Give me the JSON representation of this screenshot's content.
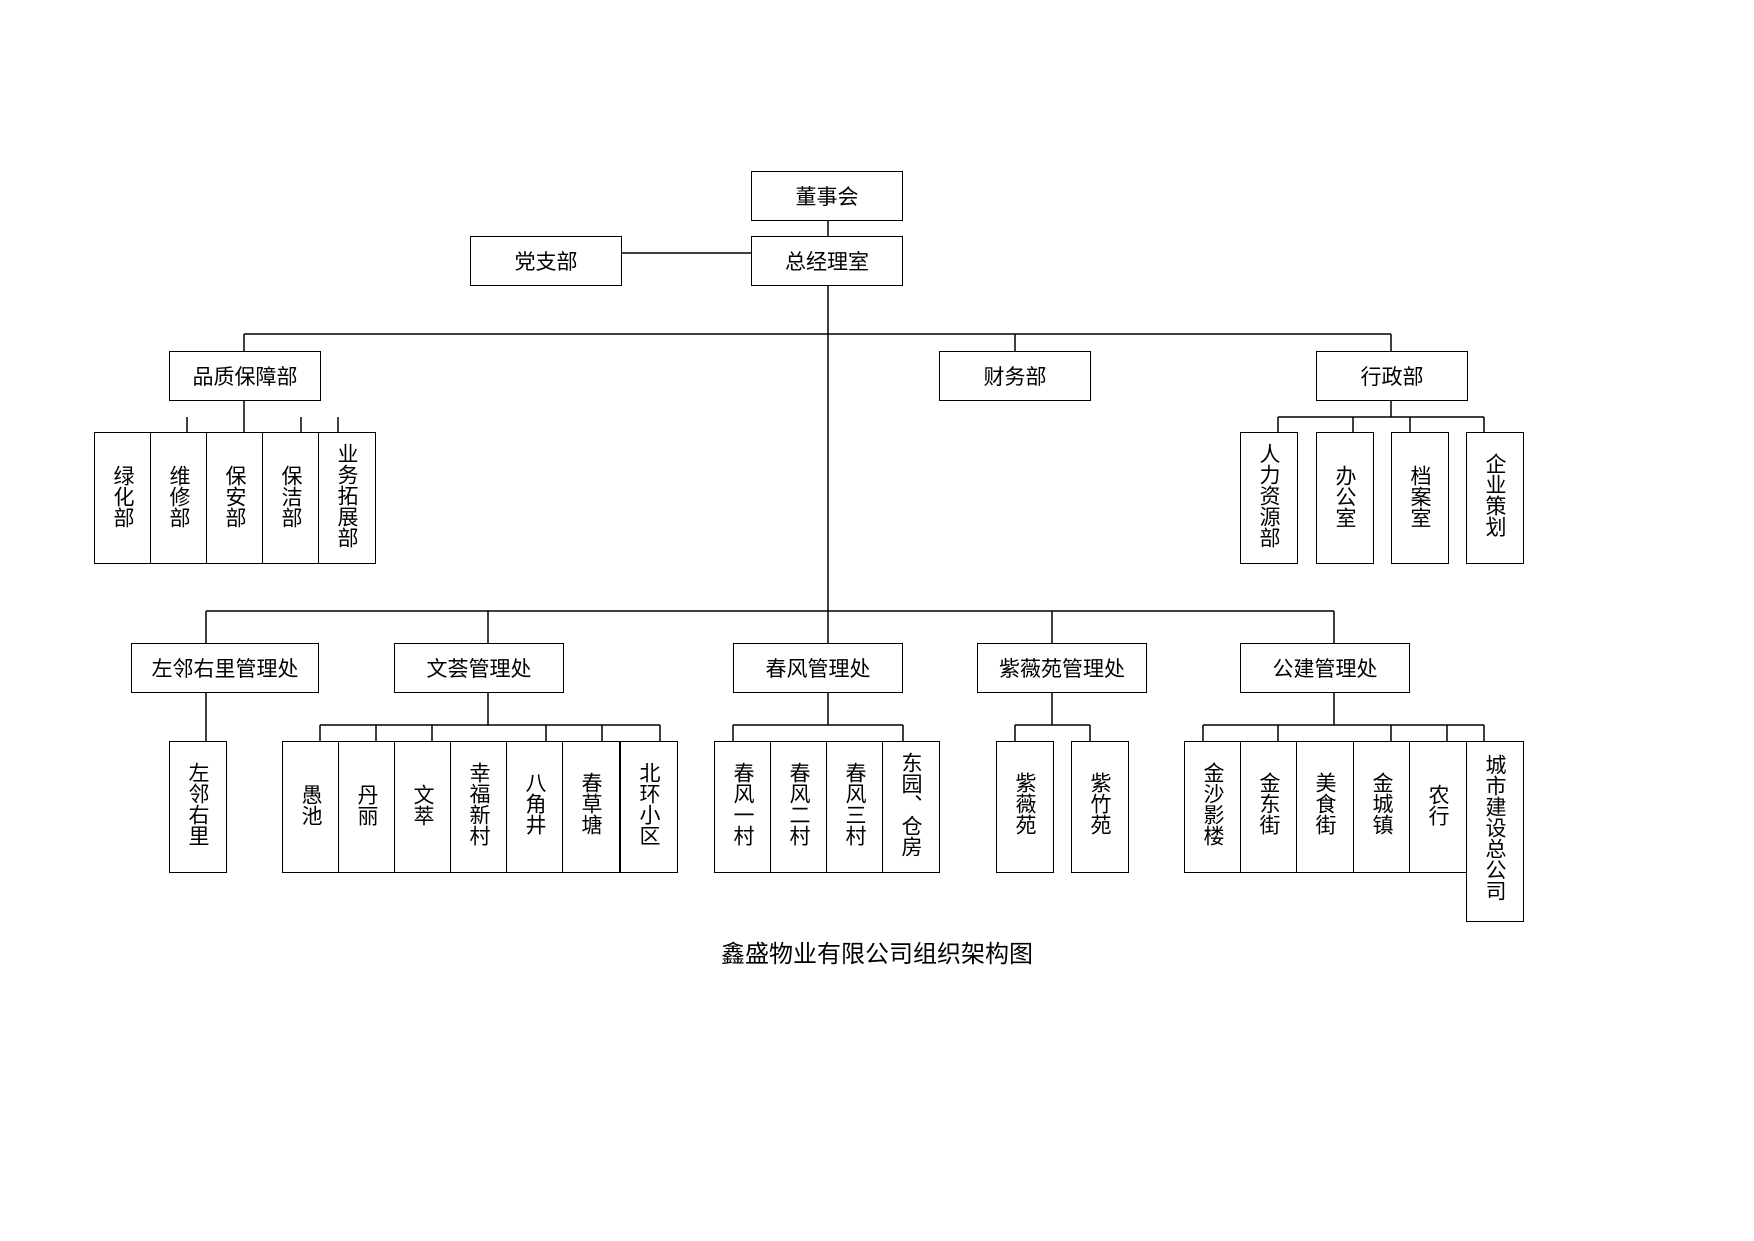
{
  "top": {
    "board": "董事会",
    "gm_office": "总经理室",
    "party_branch": "党支部"
  },
  "departments": {
    "quality": {
      "name": "品质保障部",
      "units": [
        "绿化部",
        "维修部",
        "保安部",
        "保洁部",
        "业务拓展部"
      ]
    },
    "finance": {
      "name": "财务部"
    },
    "admin": {
      "name": "行政部",
      "units": [
        "人力资源部",
        "办公室",
        "档案室",
        "企业策划"
      ]
    }
  },
  "offices": [
    {
      "name": "左邻右里管理处",
      "units": [
        "左邻右里"
      ]
    },
    {
      "name": "文荟管理处",
      "units": [
        "愚池",
        "丹丽",
        "文萃",
        "幸福新村",
        "八角井",
        "春草塘",
        "北环小区"
      ]
    },
    {
      "name": "春风管理处",
      "units": [
        "春风一村",
        "春风二村",
        "春风三村",
        "东园、仓房"
      ]
    },
    {
      "name": "紫薇苑管理处",
      "units": [
        "紫薇苑",
        "紫竹苑"
      ]
    },
    {
      "name": "公建管理处",
      "units": [
        "金沙影楼",
        "金东街",
        "美食街",
        "金城镇",
        "农行",
        "城市建设总公司"
      ]
    }
  ],
  "caption": "鑫盛物业有限公司组织架构图"
}
